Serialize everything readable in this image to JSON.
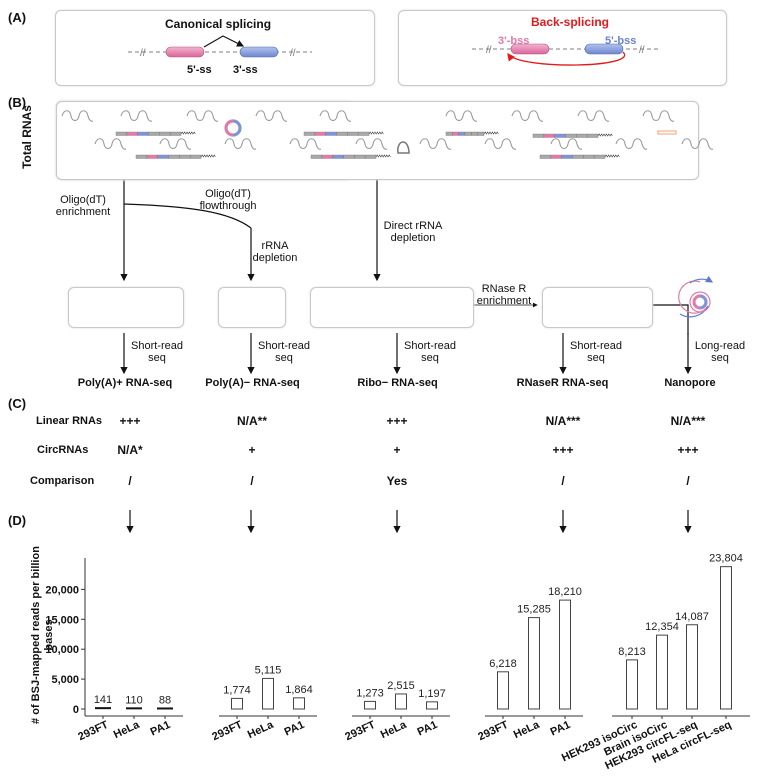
{
  "panels": {
    "A": {
      "label": "(A)",
      "canonical": {
        "title": "Canonical splicing",
        "site_left": "5'-ss",
        "site_right": "3'-ss"
      },
      "back": {
        "title": "Back-splicing",
        "site_left": "3'-bss",
        "site_right": "5'-bss",
        "title_color": "#e31a1c"
      }
    },
    "B": {
      "label": "(B)",
      "total_rnas": "Total RNAs",
      "steps": {
        "oligo_enrich": "Oligo(dT)\nenrichment",
        "oligo_flow": "Oligo(dT)\nflowthrough",
        "rrna_depletion": "rRNA\ndepletion",
        "direct_rrna": "Direct rRNA\ndepletion",
        "rnase_r": "RNase R\nenrichment"
      },
      "seq_labels": [
        "Short-read\nseq",
        "Short-read\nseq",
        "Short-read\nseq",
        "Short-read\nseq",
        "Long-read\nseq"
      ],
      "methods": [
        "Poly(A)+ RNA-seq",
        "Poly(A)− RNA-seq",
        "Ribo− RNA-seq",
        "RNaseR RNA-seq",
        "Nanopore"
      ]
    },
    "C": {
      "label": "(C)",
      "rows": [
        {
          "name": "Linear RNAs",
          "values": [
            "+++",
            "N/A**",
            "+++",
            "N/A***",
            "N/A***"
          ]
        },
        {
          "name": "CircRNAs",
          "values": [
            "N/A*",
            "+",
            "+",
            "+++",
            "+++"
          ]
        },
        {
          "name": "Comparison",
          "values": [
            "/",
            "/",
            "Yes",
            "/",
            "/"
          ]
        }
      ]
    },
    "D": {
      "label": "(D)"
    }
  },
  "colors": {
    "pink": "#e07aa6",
    "blue": "#7d95d6",
    "gray": "#a9a9a9",
    "orange": "#f0a070",
    "red": "#e31a1c"
  },
  "chart_data": {
    "type": "bar",
    "ylabel": "# of BSJ-mapped reads per billion bases",
    "ylim": [
      0,
      24500
    ],
    "yticks": [
      0,
      5000,
      10000,
      15000,
      20000
    ],
    "ytick_labels": [
      "0",
      "5,000",
      "10,000",
      "15,000",
      "20,000"
    ],
    "groups": [
      {
        "method": "Poly(A)+ RNA-seq",
        "categories": [
          "293FT",
          "HeLa",
          "PA1"
        ],
        "values": [
          141,
          110,
          88
        ],
        "labels": [
          "141",
          "110",
          "88"
        ]
      },
      {
        "method": "Poly(A)− RNA-seq",
        "categories": [
          "293FT",
          "HeLa",
          "PA1"
        ],
        "values": [
          1774,
          5115,
          1864
        ],
        "labels": [
          "1,774",
          "5,115",
          "1,864"
        ]
      },
      {
        "method": "Ribo− RNA-seq",
        "categories": [
          "293FT",
          "HeLa",
          "PA1"
        ],
        "values": [
          1273,
          2515,
          1197
        ],
        "labels": [
          "1,273",
          "2,515",
          "1,197"
        ]
      },
      {
        "method": "RNaseR RNA-seq",
        "categories": [
          "293FT",
          "HeLa",
          "PA1"
        ],
        "values": [
          6218,
          15285,
          18210
        ],
        "labels": [
          "6,218",
          "15,285",
          "18,210"
        ]
      },
      {
        "method": "Nanopore",
        "categories": [
          "HEK293 isoCirc",
          "Brain isoCirc",
          "HEK293 circFL-seq",
          "HeLa circFL-seq"
        ],
        "values": [
          8213,
          12354,
          14087,
          23804
        ],
        "labels": [
          "8,213",
          "12,354",
          "14,087",
          "23,804"
        ]
      }
    ]
  }
}
